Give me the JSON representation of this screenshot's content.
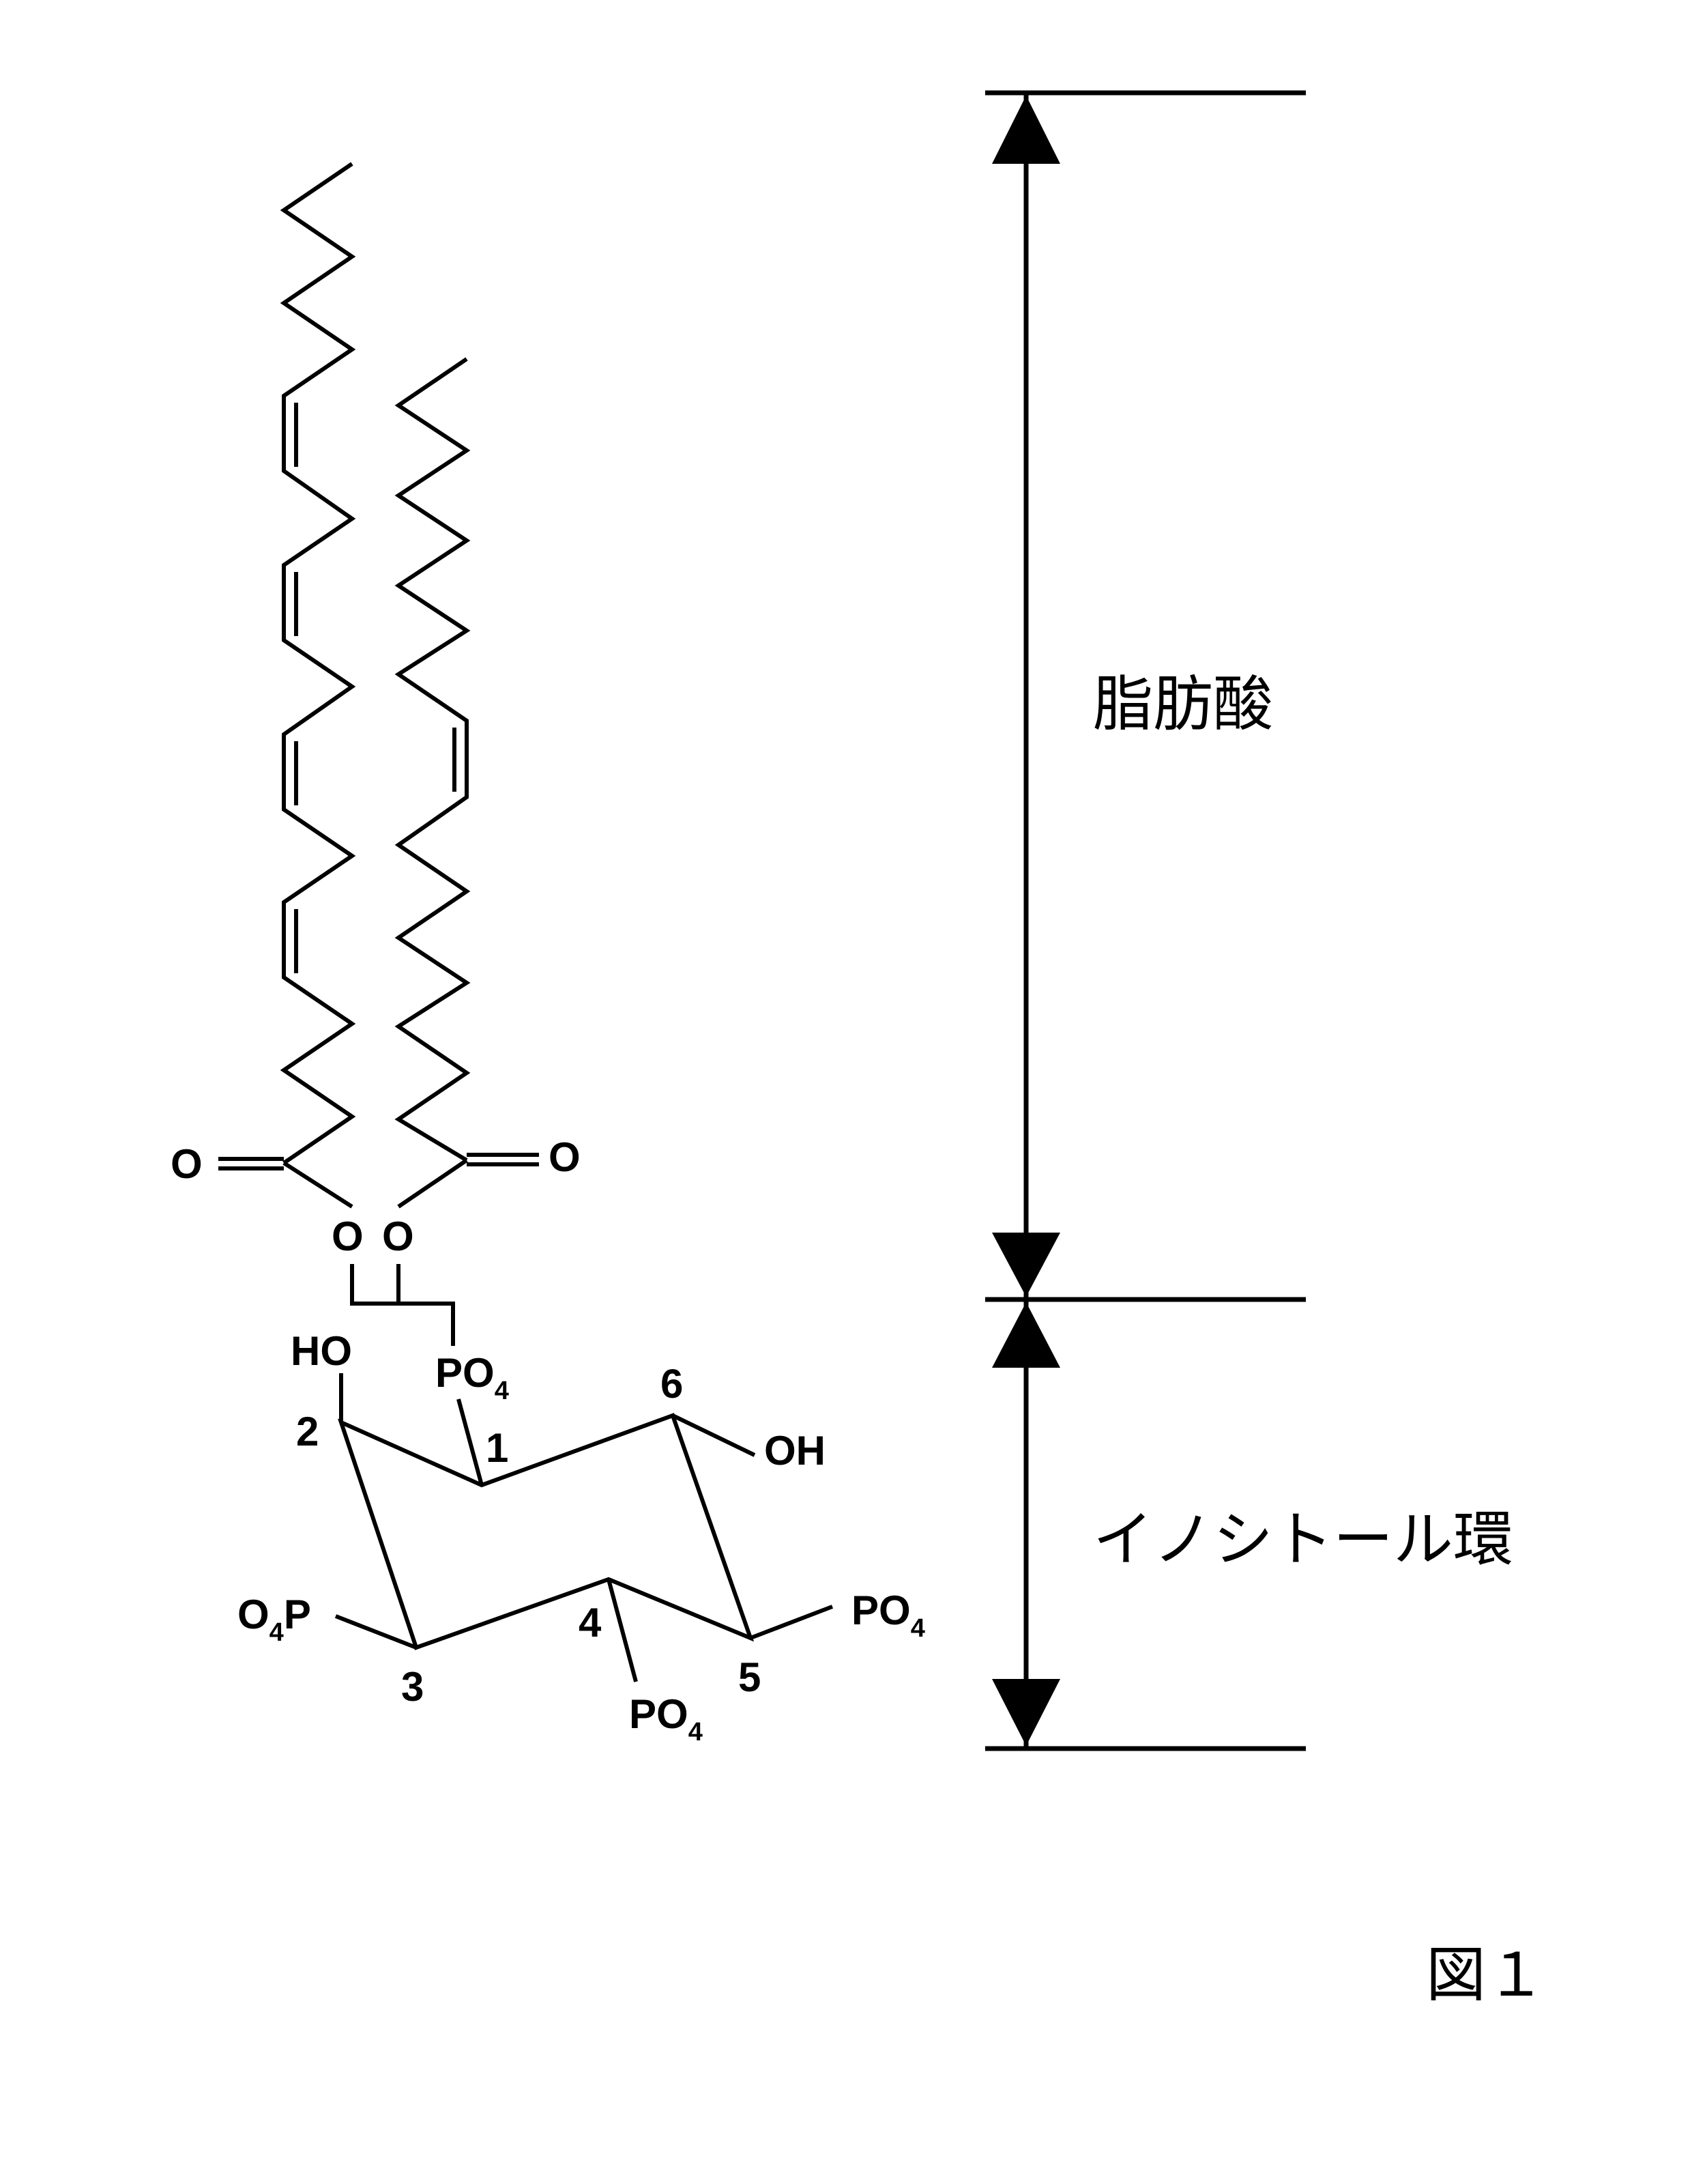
{
  "atoms": {
    "o_left_carbonyl": "O",
    "o_right_carbonyl": "O",
    "o_left_ester": "O",
    "o_right_ester": "O",
    "ho_c2": "HO",
    "oh_c6": "OH",
    "po4_c1": {
      "main": "PO",
      "sub": "4"
    },
    "po4_c4": {
      "main": "PO",
      "sub": "4"
    },
    "po4_c5": {
      "main": "PO",
      "sub": "4"
    },
    "o4p_c3": {
      "pre": "O",
      "sub": "4",
      "main": "P"
    }
  },
  "ring_numbers": [
    "1",
    "2",
    "3",
    "4",
    "5",
    "6"
  ],
  "regions": {
    "fatty_acid": "脂肪酸",
    "inositol_ring": "イノシトール環"
  },
  "figure_label": "図１"
}
